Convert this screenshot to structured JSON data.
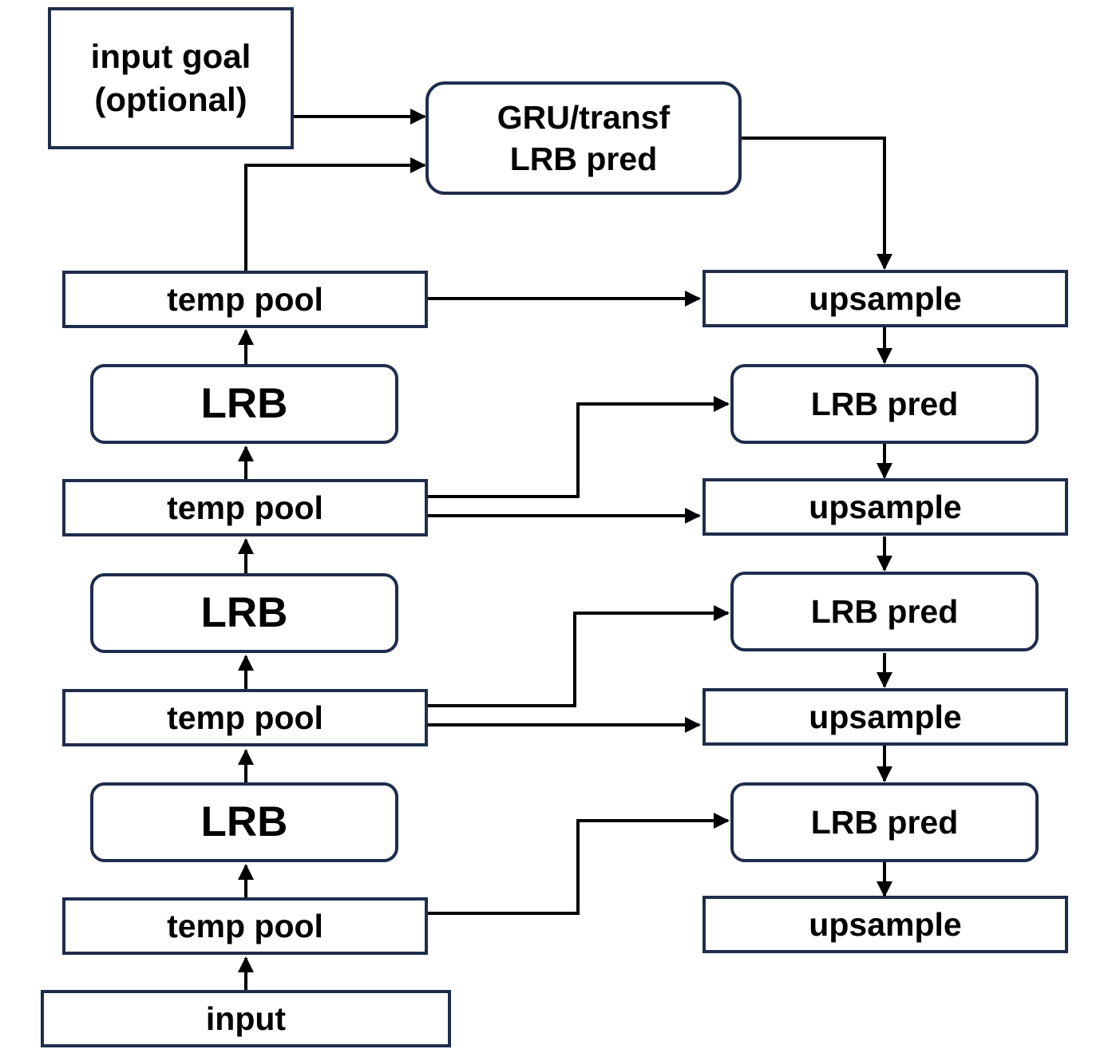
{
  "diagram": {
    "input_label": "input",
    "input_goal_label": "input goal\n(optional)",
    "gru_label": "GRU/transf\nLRB pred",
    "encoder": {
      "pool_1": "temp pool",
      "lrb_1": "LRB",
      "pool_2": "temp pool",
      "lrb_2": "LRB",
      "pool_3": "temp pool",
      "lrb_3": "LRB",
      "pool_4": "temp pool"
    },
    "decoder": {
      "upsample_1": "upsample",
      "pred_1": "LRB pred",
      "upsample_2": "upsample",
      "pred_2": "LRB pred",
      "upsample_3": "upsample",
      "pred_3": "LRB pred",
      "upsample_4": "upsample"
    }
  },
  "colors": {
    "box_border": "#1f2d4d",
    "arrow": "#000000",
    "text": "#000000"
  }
}
